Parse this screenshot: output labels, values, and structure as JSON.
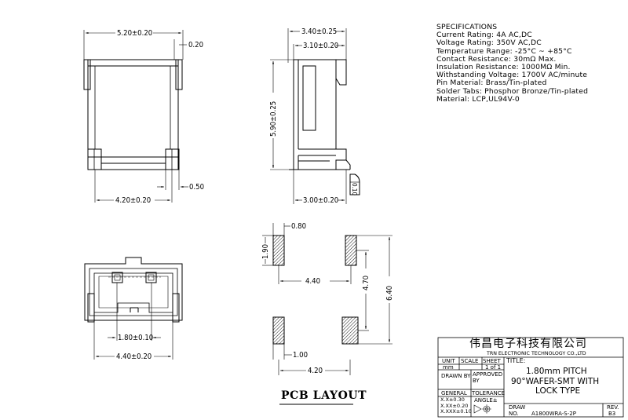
{
  "dimensions": {
    "top_width": "5.20±0.20",
    "top_lead": "0.20",
    "side_width": "3.40±0.25",
    "side_inner": "3.10±0.20",
    "side_height": "5.90±0.25",
    "side_base": "3.00±0.20",
    "side_tab": "0.10",
    "front_pitch_span": "4.20±0.20",
    "front_tab": "0.50",
    "bottom_pitch": "1.80±0.10",
    "bottom_span": "4.40±0.20"
  },
  "pcb": {
    "title": "PCB LAYOUT",
    "pad_width": "0.80",
    "pad_height": "1.90",
    "pad_spacing_x": "4.40",
    "pad_spacing_y": "4.70",
    "total_y": "6.40",
    "small_pad": "1.00",
    "small_spacing": "4.20"
  },
  "specifications": {
    "heading": "SPECIFICATIONS",
    "lines": [
      "Current Rating: 4A AC,DC",
      "Voltage Rating: 350V AC,DC",
      "Temperature Range: -25°C ~ +85°C",
      "Contact Resistance: 30mΩ Max.",
      "Insulation Resistance: 1000MΩ Min.",
      "Withstanding Voltage: 1700V AC/minute",
      "Pin Material: Brass/Tin-plated",
      "Solder Tabs: Phosphor Bronze/Tin-plated",
      "Material: LCP,UL94V-0"
    ]
  },
  "title_block": {
    "company_cn": "伟昌电子科技有限公司",
    "company_en": "TRN ELECTRONIC TECHNOLOGY CO.,LTD",
    "unit_label": "UNIT",
    "scale_label": "SCALE",
    "sheet_label": "SHEET",
    "unit_value": "mm",
    "sheet_value": "1 of 1",
    "title_label": "TITLE:",
    "title_lines": [
      "1.80mm  PITCH",
      "90°WAFER-SMT  WITH",
      "LOCK  TYPE"
    ],
    "drawn_by": "DRAWN BY",
    "approved_by": "APPROVED BY",
    "general": "GENERAL",
    "tolerance": "TOLERANCE",
    "tol_lines": [
      "X.X±0.30",
      "X.XX±0.20",
      "X.XXX±0.10"
    ],
    "angle": "ANGLE±",
    "draw_no_label": "DRAW NO.",
    "draw_no": "A1800WRA-S-2P",
    "rev_label": "REV.",
    "rev": "B3"
  }
}
